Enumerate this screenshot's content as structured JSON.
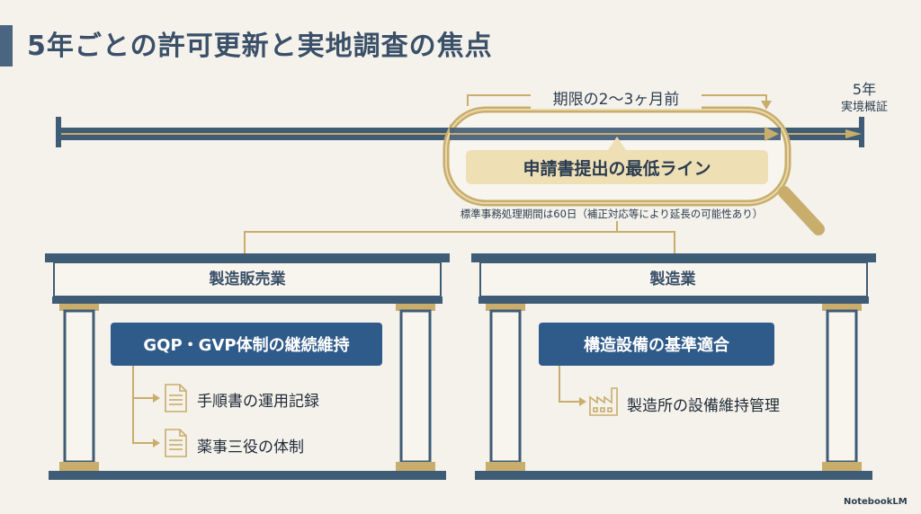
{
  "title": "5年ごとの許可更新と実地調査の焦点",
  "timeline": {
    "end_year": "5年",
    "end_sub": "実境概証",
    "period_label": "期限の2〜3ヶ月前",
    "deadline_label": "申請書提出の最低ライン",
    "note": "標準事務処理期間は60日（補正対応等により延長の可能性あり）"
  },
  "pillars": {
    "left": {
      "title": "製造販売業",
      "box": "GQP・GVP体制の継続維持",
      "items": [
        "手順書の運用記録",
        "薬事三役の体制"
      ]
    },
    "right": {
      "title": "製造業",
      "box": "構造設備の基準適合",
      "items": [
        "製造所の設備維持管理"
      ]
    }
  },
  "brand": "NotebookLM",
  "colors": {
    "navy": "#3a5068",
    "box_blue": "#2f5b8a",
    "gold": "#c8ad6c",
    "deadline_fill": "#efdfb4",
    "background": "#f5f2ec"
  },
  "icons": [
    "document-icon",
    "factory-icon",
    "magnifier-icon",
    "bracket-arrow-icon"
  ]
}
